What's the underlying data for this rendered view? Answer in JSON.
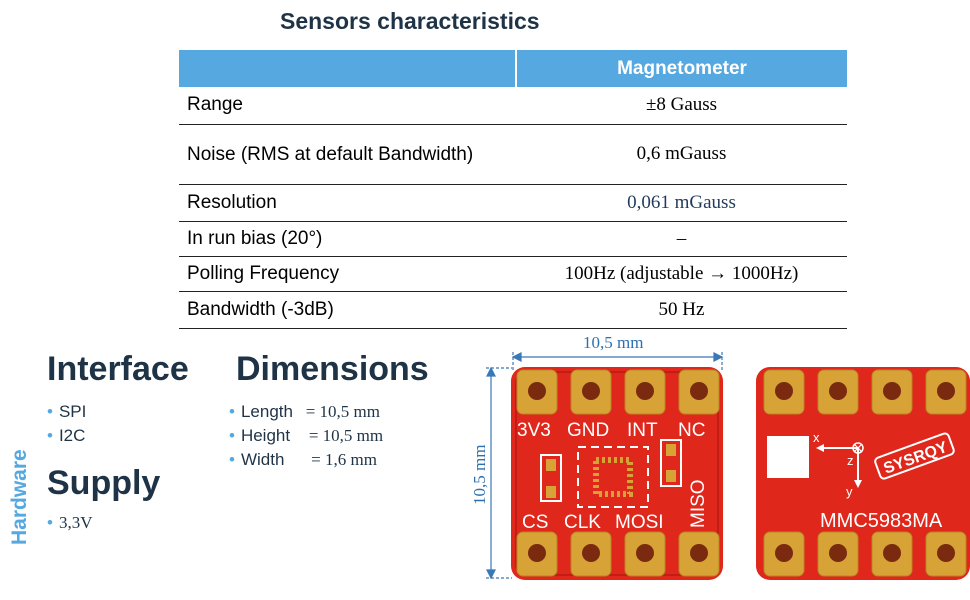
{
  "title": "Sensors characteristics",
  "table": {
    "header": [
      "",
      "Magnetometer"
    ],
    "rows": [
      {
        "label": "Range",
        "value": "±8 Gauss"
      },
      {
        "label": "Noise (RMS at default Bandwidth)",
        "value": "0,6 mGauss"
      },
      {
        "label": "Resolution",
        "value": "0,061 mGauss"
      },
      {
        "label": "In run bias (20°)",
        "value": "–"
      },
      {
        "label": "Polling Frequency",
        "value": "100Hz (adjustable → 1000Hz)"
      },
      {
        "label": "Bandwidth (-3dB)",
        "value": "50 Hz"
      }
    ]
  },
  "side_label": "Hardware",
  "interface": {
    "heading": "Interface",
    "items": [
      "SPI",
      "I2C"
    ]
  },
  "supply": {
    "heading": "Supply",
    "items": [
      "3,3V"
    ]
  },
  "dimensions": {
    "heading": "Dimensions",
    "items": [
      {
        "label": "Length",
        "value": "= 10,5 mm"
      },
      {
        "label": "Height",
        "value": "= 10,5 mm"
      },
      {
        "label": "Width",
        "value": "= 1,6 mm"
      }
    ]
  },
  "board": {
    "dim_top": "10,5 mm",
    "dim_side": "10,5 mm",
    "top_pins": [
      "3V3",
      "GND",
      "INT",
      "NC"
    ],
    "bottom_pins": [
      "CS",
      "CLK",
      "MOSI",
      "MISO"
    ],
    "back_text": "MMC5983MA",
    "logo_text": "SYSRQY",
    "axis_x": "x",
    "axis_y": "y",
    "axis_z": "z"
  },
  "colors": {
    "accent": "#55a8e0",
    "heading": "#1f3347",
    "pcb": "#e0271b",
    "pad": "#d8a336"
  }
}
